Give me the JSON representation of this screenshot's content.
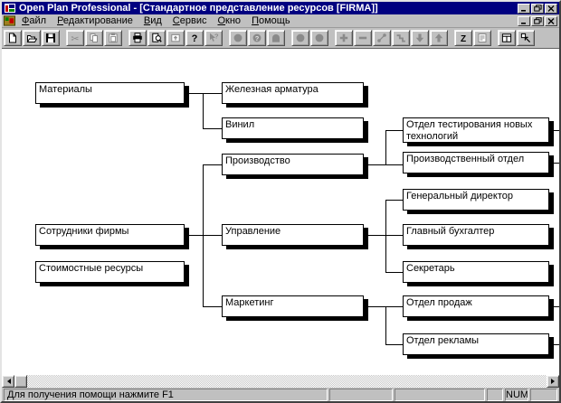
{
  "window": {
    "title": "Open Plan Professional - [Стандартное представление ресурсов [FIRMA]]",
    "app_name": "Open Plan Professional",
    "document_name": "Стандартное представление ресурсов [FIRMA]",
    "controls": [
      "minimize-icon",
      "restore-icon",
      "close-icon"
    ]
  },
  "colors": {
    "title_bar": "#000080",
    "title_text": "#ffffff",
    "chrome": "#c0c0c0",
    "canvas": "#ffffff",
    "node_fill": "#ffffff",
    "node_border": "#000000",
    "node_shadow": "#000000"
  },
  "menu": {
    "items": [
      "Файл",
      "Редактирование",
      "Вид",
      "Сервис",
      "Окно",
      "Помощь"
    ]
  },
  "toolbar": {
    "buttons": [
      {
        "name": "new-document",
        "icon": "blank-page-icon",
        "enabled": true
      },
      {
        "name": "open-file",
        "icon": "open-folder-icon",
        "enabled": true
      },
      {
        "name": "save",
        "icon": "floppy-disk-icon",
        "enabled": true
      },
      {
        "name": "cut",
        "icon": "scissors-icon",
        "enabled": false
      },
      {
        "name": "copy",
        "icon": "two-pages-icon",
        "enabled": false
      },
      {
        "name": "paste",
        "icon": "clipboard-icon",
        "enabled": false
      },
      {
        "name": "print",
        "icon": "printer-icon",
        "enabled": true
      },
      {
        "name": "print-preview",
        "icon": "page-magnifier-icon",
        "enabled": true
      },
      {
        "name": "update-data",
        "icon": "window-arrow-icon",
        "enabled": false
      },
      {
        "name": "help",
        "icon": "question-mark-icon",
        "enabled": true
      },
      {
        "name": "context-help",
        "icon": "arrow-question-icon",
        "enabled": false
      },
      {
        "name": "node-tool-1",
        "icon": "circle-icon",
        "enabled": false
      },
      {
        "name": "node-tool-2",
        "icon": "circle-question-icon",
        "enabled": false
      },
      {
        "name": "node-tool-3",
        "icon": "arch-icon",
        "enabled": false
      },
      {
        "name": "node-tool-4",
        "icon": "circle-icon",
        "enabled": false
      },
      {
        "name": "node-tool-5",
        "icon": "circle-icon",
        "enabled": false
      },
      {
        "name": "add-item",
        "icon": "plus-icon",
        "enabled": false
      },
      {
        "name": "remove-item",
        "icon": "minus-icon",
        "enabled": false
      },
      {
        "name": "link-items",
        "icon": "linked-dots-icon",
        "enabled": false
      },
      {
        "name": "indent-item",
        "icon": "steps-icon",
        "enabled": false
      },
      {
        "name": "move-down",
        "icon": "arrow-down-icon",
        "enabled": false
      },
      {
        "name": "move-up",
        "icon": "arrow-up-icon",
        "enabled": false
      },
      {
        "name": "sort",
        "icon": "letter-z-icon",
        "enabled": true
      },
      {
        "name": "notes",
        "icon": "text-page-icon",
        "enabled": false
      },
      {
        "name": "tile-view",
        "icon": "split-window-icon",
        "enabled": true
      },
      {
        "name": "expand-view",
        "icon": "corner-arrow-icon",
        "enabled": true
      }
    ]
  },
  "tree": {
    "description": "Стандартное представление ресурсов — иерархия ресурсов проекта FIRMA",
    "boxes": [
      {
        "label": "Материалы",
        "parent": null
      },
      {
        "label": "Сотрудники фирмы",
        "parent": null
      },
      {
        "label": "Стоимостные ресурсы",
        "parent": null
      },
      {
        "label": "Железная арматура",
        "parent": "Материалы"
      },
      {
        "label": "Винил",
        "parent": "Материалы"
      },
      {
        "label": "Производство",
        "parent": "Сотрудники фирмы"
      },
      {
        "label": "Управление",
        "parent": "Сотрудники фирмы"
      },
      {
        "label": "Маркетинг",
        "parent": "Сотрудники фирмы"
      },
      {
        "label": "Отдел тестирования новых технологий",
        "parent": "Производство"
      },
      {
        "label": "Производственный отдел",
        "parent": "Производство"
      },
      {
        "label": "Генеральный директор",
        "parent": "Управление"
      },
      {
        "label": "Главный бухгалтер",
        "parent": "Управление"
      },
      {
        "label": "Секретарь",
        "parent": "Управление"
      },
      {
        "label": "Отдел продаж",
        "parent": "Маркетинг"
      },
      {
        "label": "Отдел рекламы",
        "parent": "Маркетинг"
      }
    ]
  },
  "statusbar": {
    "message": "Для получения помощи нажмите F1",
    "empty_panels": [
      "",
      "",
      "",
      ""
    ],
    "num": "NUM"
  }
}
